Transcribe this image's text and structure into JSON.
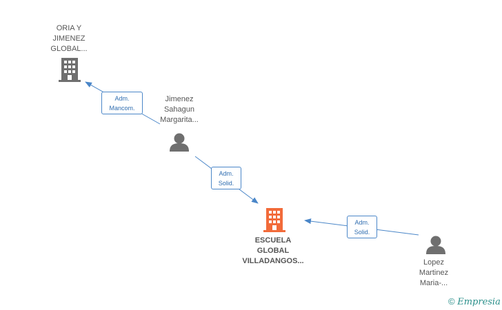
{
  "nodes": {
    "oria": {
      "label": "ORIA Y\nJIMENEZ\nGLOBAL...",
      "icon": "building-icon",
      "color": "#6f6f6f"
    },
    "jimenez": {
      "label": "Jimenez\nSahagun\nMargarita...",
      "icon": "person-icon",
      "color": "#6f6f6f"
    },
    "escuela": {
      "label": "ESCUELA\nGLOBAL\nVILLADANGOS...",
      "icon": "building-icon",
      "color": "#f26b3a"
    },
    "lopez": {
      "label": "Lopez\nMartinez\nMaria-...",
      "icon": "person-icon",
      "color": "#6f6f6f"
    }
  },
  "edges": {
    "e1": {
      "label": "Adm.\nMancom."
    },
    "e2": {
      "label": "Adm.\nSolid."
    },
    "e3": {
      "label": "Adm.\nSolid."
    }
  },
  "watermark": {
    "symbol": "©",
    "brand": "Empresia"
  },
  "colors": {
    "edge": "#4a86c8",
    "edge_text": "#2f6db0"
  }
}
